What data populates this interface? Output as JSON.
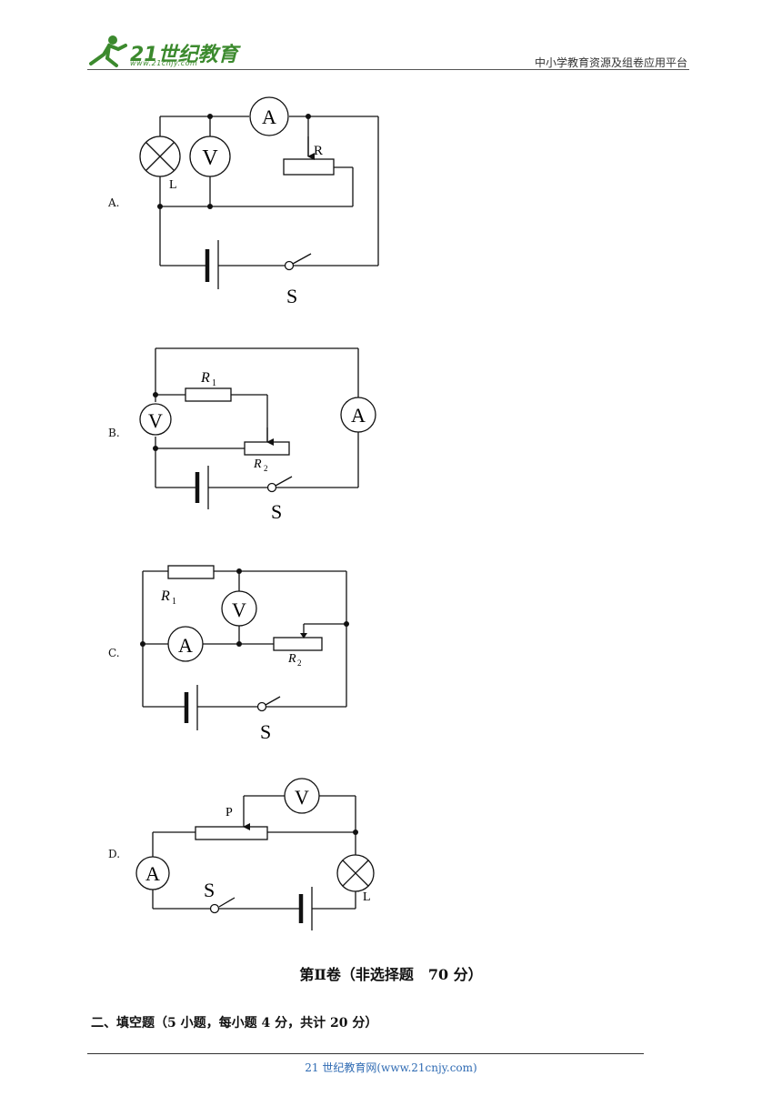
{
  "header": {
    "logo_text": "21世纪教育",
    "logo_sub": "www.21cnjy.com",
    "platform": "中小学教育资源及组卷应用平台"
  },
  "options": [
    {
      "label": "A."
    },
    {
      "label": "B."
    },
    {
      "label": "C."
    },
    {
      "label": "D."
    }
  ],
  "circuit_symbols": {
    "ammeter": "A",
    "voltmeter": "V",
    "lamp": "L",
    "switch": "S",
    "rheostat_a": "R",
    "resistor_1": "R",
    "resistor_1_sub": "1",
    "resistor_2": "R",
    "resistor_2_sub": "2",
    "slider": "P"
  },
  "section": {
    "title": "第Ⅱ卷（非选择题　70 分）",
    "fill_title": "二、填空题（5 小题，每小题 4 分，共计 20 分）"
  },
  "footer": {
    "text": "21 世纪教育网(www.21cnjy.com)"
  }
}
